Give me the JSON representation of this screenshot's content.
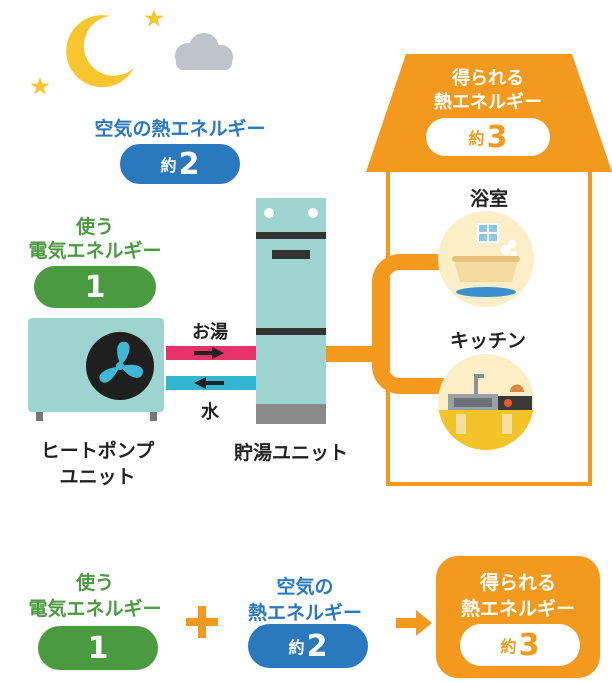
{
  "top": {
    "air_heat_label": "空気の熱エネルギー",
    "air_heat_prefix": "約",
    "air_heat_value": "2",
    "electric_label_line1": "使う",
    "electric_label_line2": "電気エネルギー",
    "electric_value": "1",
    "house_title_line1": "得られる",
    "house_title_line2": "熱エネルギー",
    "house_value_prefix": "約",
    "house_value": "3",
    "bathroom_label": "浴室",
    "kitchen_label": "キッチン",
    "hot_water_label": "お湯",
    "water_label": "水",
    "heat_pump_line1": "ヒートポンプ",
    "heat_pump_line2": "ユニット",
    "tank_label": "貯湯ユニット"
  },
  "equation": {
    "electric_line1": "使う",
    "electric_line2": "電気エネルギー",
    "electric_value": "1",
    "plus": "+",
    "air_line1": "空気の",
    "air_line2": "熱エネルギー",
    "air_prefix": "約",
    "air_value": "2",
    "result_line1": "得られる",
    "result_line2": "熱エネルギー",
    "result_prefix": "約",
    "result_value": "3"
  },
  "colors": {
    "blue": "#2a78be",
    "green": "#4a9a3f",
    "orange": "#f39a1e",
    "tank": "#9ed4cf",
    "hot_pipe": "#e8336a",
    "cold_pipe": "#33b7d0"
  },
  "icons": [
    "moon-icon",
    "star-icon",
    "cloud-icon",
    "fan-icon",
    "bathtub-icon",
    "kitchen-icon",
    "arrow-right-icon",
    "arrow-left-icon",
    "plus-icon"
  ]
}
